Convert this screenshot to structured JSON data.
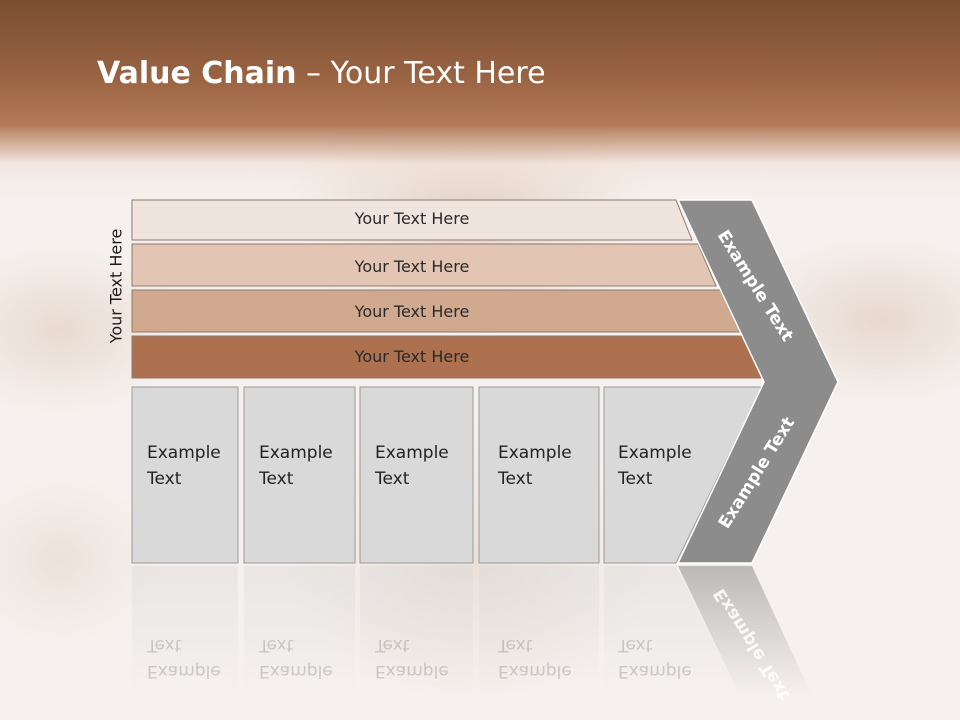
{
  "title": {
    "bold": "Value Chain",
    "rest": " – Your Text Here"
  },
  "side_label": "Your Text Here",
  "bars": [
    {
      "label": "Your Text Here",
      "color": "#f0e4de"
    },
    {
      "label": "Your Text Here",
      "color": "#e3c5b3"
    },
    {
      "label": "Your Text Here",
      "color": "#d0a98f"
    },
    {
      "label": "Your Text Here",
      "color": "#ad7150"
    }
  ],
  "cells": [
    {
      "line1": "Example",
      "line2": "Text"
    },
    {
      "line1": "Example",
      "line2": "Text"
    },
    {
      "line1": "Example",
      "line2": "Text"
    },
    {
      "line1": "Example",
      "line2": "Text"
    },
    {
      "line1": "Example",
      "line2": "Text"
    }
  ],
  "chevron": {
    "top_label": "Example Text",
    "bottom_label": "Example Text",
    "color": "#8c8c8c"
  },
  "colors": {
    "header": "#9b6443",
    "cell_fill": "#d9d9d9"
  }
}
